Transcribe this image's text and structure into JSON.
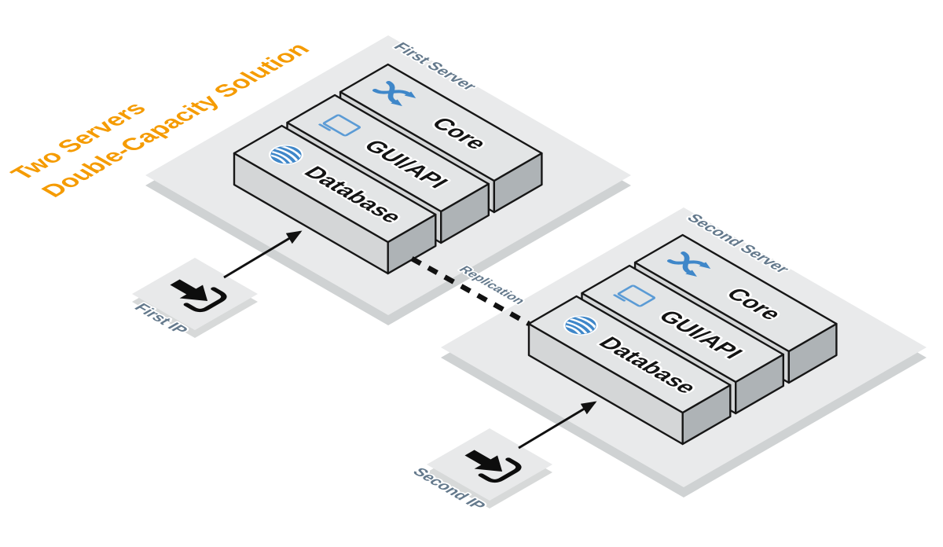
{
  "diagram_title": {
    "line1": "Two Servers",
    "line2": "Double-Capacity Solution"
  },
  "servers": [
    {
      "name": "First Server",
      "layers": [
        {
          "label": "Core",
          "icon": "shuffle-icon"
        },
        {
          "label": "GUI/API",
          "icon": "monitor-icon"
        },
        {
          "label": "Database",
          "icon": "database-icon"
        }
      ],
      "ip": {
        "label": "First IP",
        "icon": "sign-in-icon"
      }
    },
    {
      "name": "Second Server",
      "layers": [
        {
          "label": "Core",
          "icon": "shuffle-icon"
        },
        {
          "label": "GUI/API",
          "icon": "monitor-icon"
        },
        {
          "label": "Database",
          "icon": "database-icon"
        }
      ],
      "ip": {
        "label": "Second IP",
        "icon": "sign-in-icon"
      }
    }
  ],
  "connection": {
    "label": "Replication",
    "type": "dashed-line"
  },
  "colors": {
    "title_orange": "#F59B00",
    "label_slate": "#64798C",
    "icon_blue": "#3F87C9",
    "monitor_blue": "#5B9BD5",
    "platform_gray": "#E9EAEB",
    "platform_shadow": "#CFD2D3",
    "slab_top": "#E3E5E6",
    "slab_side_left": "#D4D6D7",
    "slab_side_right": "#AEB3B6",
    "outline_black": "#161616"
  }
}
